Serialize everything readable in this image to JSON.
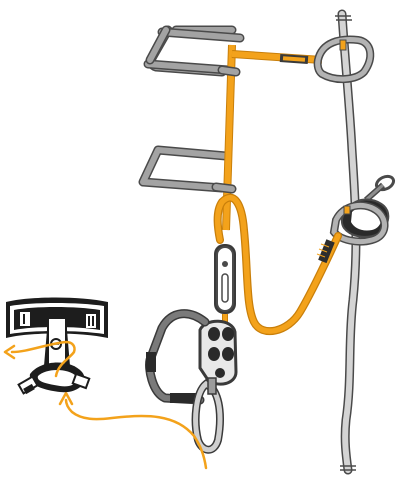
{
  "diagram": {
    "description_visible_text": [],
    "colors": {
      "rope_gray": "#c9c9c9",
      "rope_outline": "#4a4a4a",
      "lanyard_orange": "#f3a21b",
      "lanyard_dark_orange": "#c97f0a",
      "metal_gray": "#9c9c9c",
      "metal_dark": "#6e6e6e",
      "harness_black": "#1d1d1d",
      "background": "#ffffff"
    },
    "icons": {
      "rope_anchor": "vertical-rope",
      "step_rungs": "iron-rung",
      "carabiners": "carabiner",
      "descender": "belay-descender",
      "energy_absorber": "shock-absorber",
      "harness": "sit-harness",
      "flow_arrows": "direction-arrow"
    }
  }
}
